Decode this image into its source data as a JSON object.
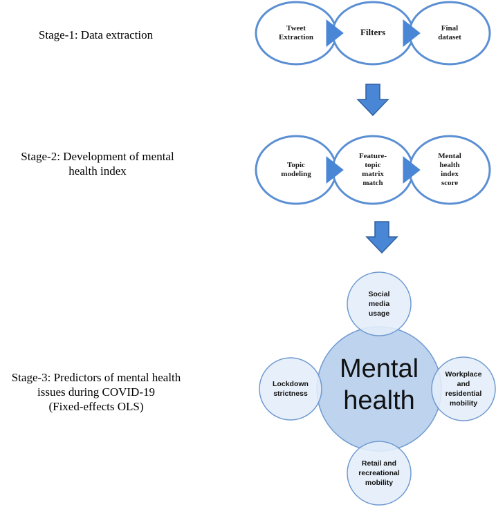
{
  "colors": {
    "circle_stroke": "#5b8fd3",
    "arrow_fill": "#4a86d6",
    "arrow_stroke": "#2f5f9e",
    "center_fill": "#bdd3ee",
    "satellite_fill": "#e4eef9",
    "satellite_stroke": "#6f9ad0"
  },
  "stages": [
    {
      "label_lines": [
        "Stage-1: Data extraction"
      ],
      "nodes": [
        {
          "lines": [
            "Tweet",
            "Extraction"
          ]
        },
        {
          "lines": [
            "Filters"
          ]
        },
        {
          "lines": [
            "Final",
            "dataset"
          ]
        }
      ]
    },
    {
      "label_lines": [
        "Stage-2: Development of mental",
        "health index"
      ],
      "nodes": [
        {
          "lines": [
            "Topic",
            "modeling"
          ]
        },
        {
          "lines": [
            "Feature-",
            "topic",
            "matrix",
            "match"
          ]
        },
        {
          "lines": [
            "Mental",
            "health",
            "index",
            "score"
          ]
        }
      ]
    },
    {
      "label_lines": [
        "Stage-3: Predictors of mental health",
        "issues during COVID-19",
        "(Fixed-effects OLS)"
      ],
      "center": {
        "lines": [
          "Mental",
          "health"
        ]
      },
      "satellites": [
        {
          "id": "top",
          "lines": [
            "Social",
            "media",
            "usage"
          ]
        },
        {
          "id": "left",
          "lines": [
            "Lockdown",
            "strictness"
          ]
        },
        {
          "id": "right",
          "lines": [
            "Workplace",
            "and",
            "residential",
            "mobility"
          ]
        },
        {
          "id": "bottom",
          "lines": [
            "Retail and",
            "recreational",
            "mobility"
          ]
        }
      ]
    }
  ]
}
